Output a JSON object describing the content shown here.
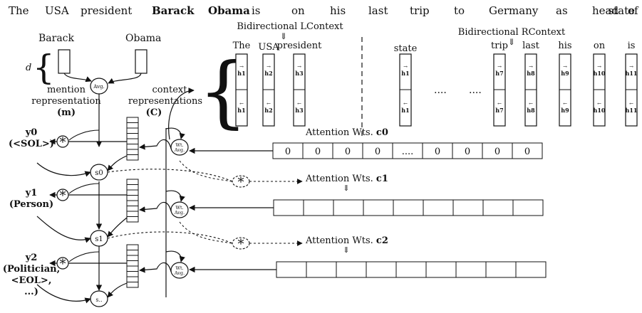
{
  "sentence": {
    "words": [
      {
        "text": "The",
        "bold": false
      },
      {
        "text": "USA",
        "bold": false
      },
      {
        "text": "president",
        "bold": false
      },
      {
        "text": "Barack",
        "bold": true
      },
      {
        "text": "Obama",
        "bold": true
      },
      {
        "text": "is",
        "bold": false
      },
      {
        "text": "on",
        "bold": false
      },
      {
        "text": "his",
        "bold": false
      },
      {
        "text": "last",
        "bold": false
      },
      {
        "text": "trip",
        "bold": false
      },
      {
        "text": "to",
        "bold": false
      },
      {
        "text": "Germany",
        "bold": false
      },
      {
        "text": "as",
        "bold": false
      },
      {
        "text": "head",
        "bold": false
      },
      {
        "text": "of",
        "bold": false
      },
      {
        "text": "state",
        "bold": false
      }
    ]
  },
  "mention": {
    "word1": "Barack",
    "word2": "Obama",
    "dim": "d",
    "avg": "Avg.",
    "label1": "mention",
    "label2": "representation",
    "label3": "(m)"
  },
  "context": {
    "label1": "context",
    "label2": "representations",
    "label3": "(C)",
    "left_header": "Bidirectional LContext",
    "right_header": "Bidirectional RContext",
    "ellipsis": "....",
    "down_arrow": "⇓",
    "columns": [
      {
        "word": "The",
        "idx": "1"
      },
      {
        "word": "USA",
        "idx": "2"
      },
      {
        "word": "president",
        "idx": "3"
      },
      {
        "word": "state",
        "idx": "1"
      },
      {
        "word": "trip",
        "idx": "7"
      },
      {
        "word": "last",
        "idx": "8"
      },
      {
        "word": "his",
        "idx": "9"
      },
      {
        "word": "on",
        "idx": "10"
      },
      {
        "word": "is",
        "idx": "11"
      }
    ],
    "h_letter": "h",
    "fwd_arrow": "→",
    "bwd_arrow": "←"
  },
  "decoder": {
    "outputs": [
      {
        "name": "y0",
        "lines": [
          "(<SOL>)"
        ]
      },
      {
        "name": "y1",
        "lines": [
          "(Person)"
        ]
      },
      {
        "name": "y2",
        "lines": [
          "(Politician,",
          "<EOL>,",
          "...)"
        ]
      }
    ],
    "states": [
      "s0",
      "s1",
      "s.."
    ],
    "wavg": [
      "Wt.",
      "Avg."
    ],
    "product_symbol": "*"
  },
  "attention": {
    "rows": [
      {
        "label": "Attention Wts.",
        "bold": "c0",
        "values": [
          "0",
          "0",
          "0",
          "0",
          "....",
          "0",
          "0",
          "0",
          "0"
        ]
      },
      {
        "label": "Attention Wts.",
        "bold": "c1",
        "values": []
      },
      {
        "label": "Attention Wts.",
        "bold": "c2",
        "values": []
      }
    ]
  }
}
